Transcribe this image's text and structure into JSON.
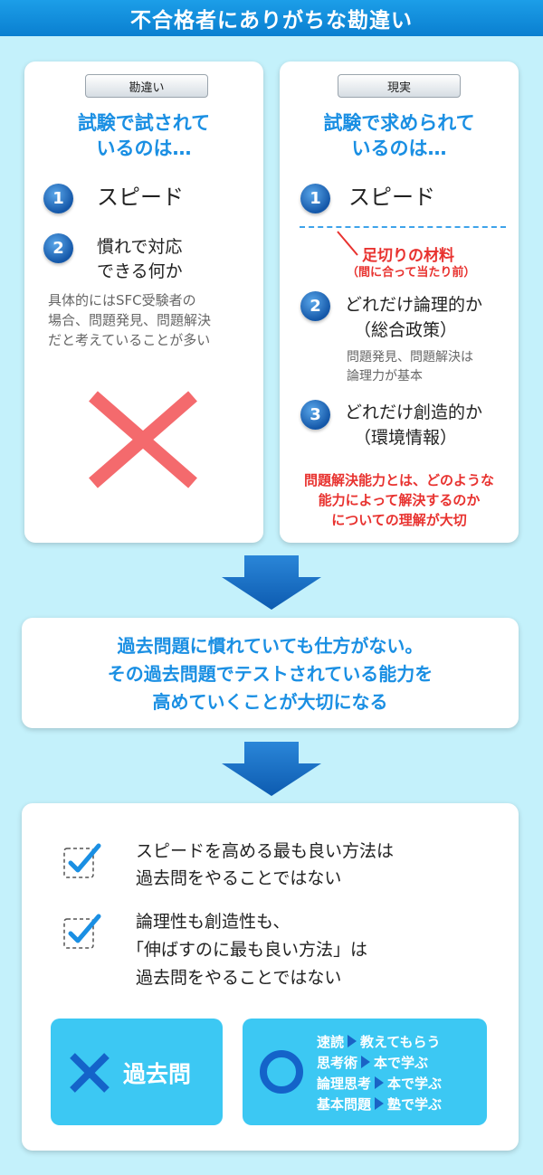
{
  "header": {
    "title": "不合格者にありがちな勘違い"
  },
  "left_panel": {
    "tag": "勘違い",
    "title_line1": "試験で試されて",
    "title_line2": "いるのは…",
    "items": [
      {
        "num": "1",
        "line1": "スピード",
        "line2": ""
      },
      {
        "num": "2",
        "line1": "慣れで対応",
        "line2": "できる何か"
      }
    ],
    "note_lines": [
      "具体的にはSFC受験者の",
      "場合、問題発見、問題解決",
      "だと考えていることが多い"
    ],
    "mark": "cross-mark"
  },
  "right_panel": {
    "tag": "現実",
    "title_line1": "試験で求められて",
    "title_line2": "いるのは…",
    "item1": {
      "num": "1",
      "text": "スピード"
    },
    "cutoff_main": "足切りの材料",
    "cutoff_sub": "（間に合って当たり前）",
    "item2": {
      "num": "2",
      "line1": "どれだけ論理的か",
      "line2": "（総合政策）",
      "note1": "問題発見、問題解決は",
      "note2": "論理力が基本"
    },
    "item3": {
      "num": "3",
      "line1": "どれだけ創造的か",
      "line2": "（環境情報）"
    },
    "conclusion_lines": [
      "問題解決能力とは、どのような",
      "能力によって解決するのか",
      "についての理解が大切"
    ]
  },
  "message": {
    "lines": [
      "過去問題に慣れていても仕方がない。",
      "その過去問題でテストされている能力を",
      "高めていくことが大切になる"
    ]
  },
  "bottom_panel": {
    "checks": [
      {
        "lines": [
          "スピードを高める最も良い方法は",
          "過去問をやることではない"
        ]
      },
      {
        "lines": [
          "論理性も創造性も、",
          "「伸ばすのに最も良い方法」は",
          "過去問をやることではない"
        ]
      }
    ],
    "wrong_box": {
      "label": "過去問"
    },
    "right_box": {
      "methods": [
        {
          "skill": "速読",
          "method": "教えてもらう"
        },
        {
          "skill": "思考術",
          "method": "本で学ぶ"
        },
        {
          "skill": "論理思考",
          "method": "本で学ぶ"
        },
        {
          "skill": "基本問題",
          "method": "塾で学ぶ"
        }
      ]
    }
  },
  "colors": {
    "accent": "#1a8fe3",
    "red": "#e8322f",
    "cross": "#f46a6d",
    "box": "#3cc8f3",
    "background": "#c4f1fb"
  }
}
